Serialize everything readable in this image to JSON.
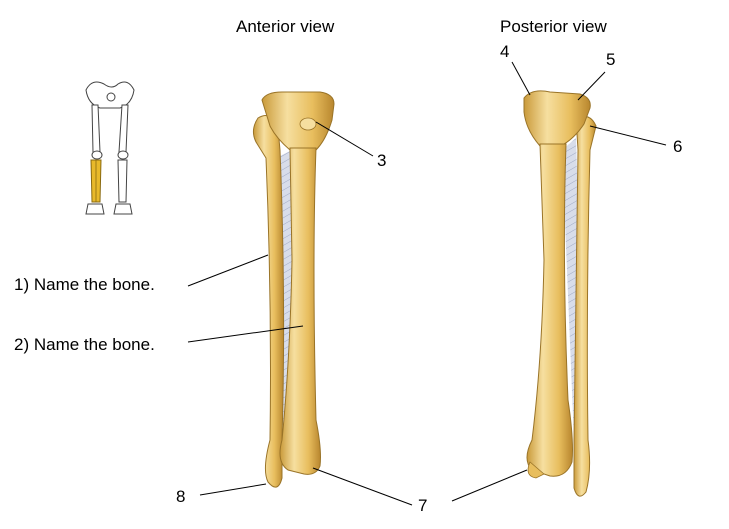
{
  "views": {
    "anterior_title": "Anterior view",
    "posterior_title": "Posterior view"
  },
  "questions": {
    "q1": "1) Name the bone.",
    "q2": "2) Name the bone."
  },
  "markers": {
    "m3": "3",
    "m4": "4",
    "m5": "5",
    "m6": "6",
    "m7": "7",
    "m8": "8"
  },
  "colors": {
    "bone_fill": "#E8BE5E",
    "bone_shade": "#C99A3A",
    "bone_highlight": "#F6DFA0",
    "membrane": "#C9D0E2",
    "highlight_leg": "#E8B92A",
    "leader_line": "#000000"
  },
  "thumbnail": {
    "highlighted_region": "leg"
  }
}
